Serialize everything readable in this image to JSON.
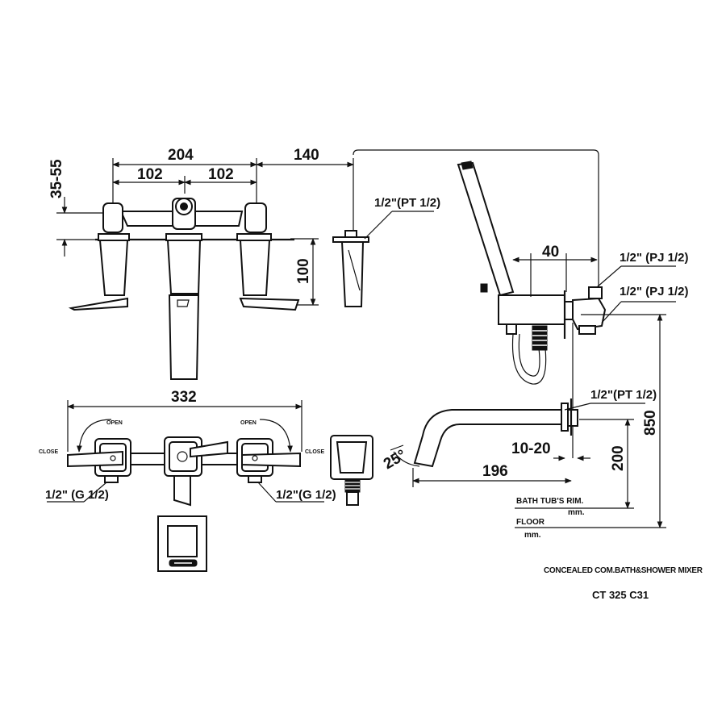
{
  "dimensions": {
    "d204": "204",
    "d102a": "102",
    "d102b": "102",
    "d140": "140",
    "d35_55": "35-55",
    "d100": "100",
    "d332": "332",
    "d40": "40",
    "d850": "850",
    "d10_20": "10-20",
    "d200": "200",
    "d196": "196",
    "angle": "25°"
  },
  "labels": {
    "pt_top": "1/2\"(PT 1/2)",
    "pj_top": "1/2\" (PJ 1/2)",
    "pj_bottom": "1/2\" (PJ 1/2)",
    "pt_spout": "1/2\"(PT 1/2)",
    "g_left": "1/2\" (G 1/2)",
    "g_right": "1/2\"(G 1/2)",
    "open_left": "OPEN",
    "open_right": "OPEN",
    "close_left": "CLOSE",
    "close_right": "CLOSE",
    "bath_rim": "BATH TUB'S RIM.",
    "bath_rim_unit": "mm.",
    "floor": "FLOOR",
    "floor_unit": "mm."
  },
  "caption": {
    "title": "CONCEALED COM.BATH&SHOWER MIXER",
    "model": "CT 325 C31"
  }
}
